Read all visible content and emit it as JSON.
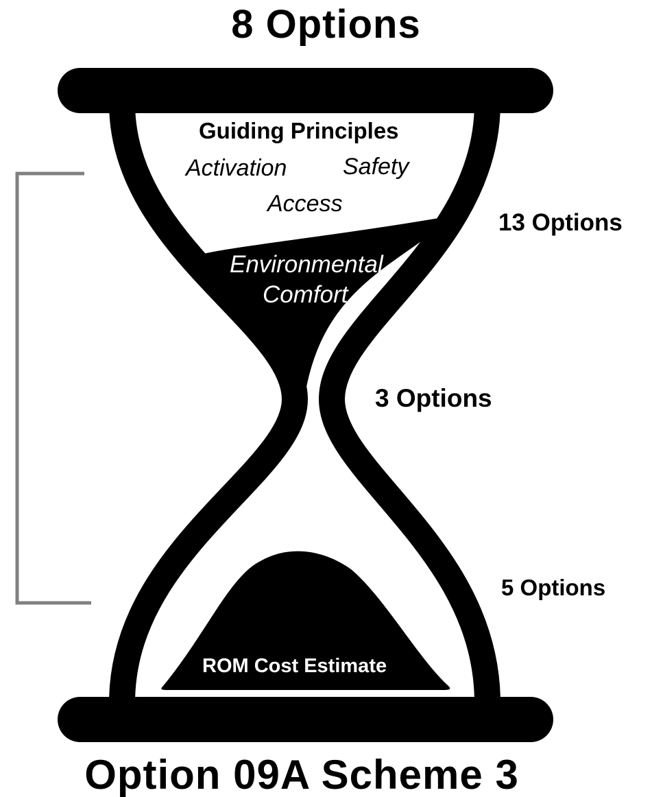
{
  "title_top": "8 Options",
  "title_bottom": "Option 09A Scheme 3",
  "top_chamber": {
    "heading": "Guiding Principles",
    "principles": [
      "Activation",
      "Safety",
      "Access"
    ]
  },
  "sand_top_label": [
    "Environmental",
    "Comfort"
  ],
  "sand_bottom_label": "ROM Cost Estimate",
  "option_counts": {
    "upper": "13 Options",
    "middle": "3 Options",
    "lower": "5 Options"
  },
  "colors": {
    "frame": "#000000",
    "glass": "#ffffff",
    "bracket": "#808080",
    "background": "#ffffff"
  },
  "icons": [
    "hourglass-icon",
    "bracket-icon"
  ]
}
